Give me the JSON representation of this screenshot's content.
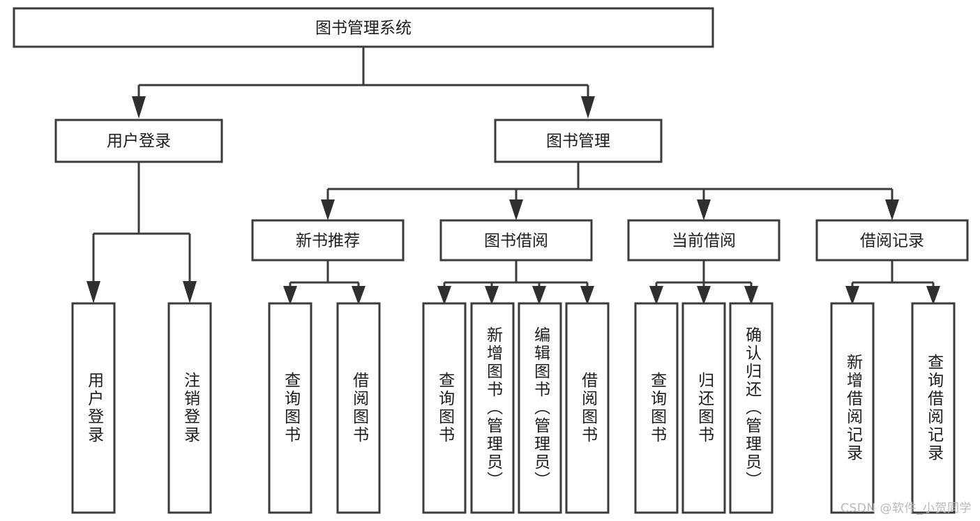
{
  "diagram": {
    "type": "hierarchy-tree",
    "title": "图书管理系统",
    "watermark": "CSDN @软件_小贺同学",
    "colors": {
      "box_stroke": "#3b3b3b",
      "box_fill": "#ffffff",
      "text": "#1c1c1c",
      "connector": "#3b3b3b",
      "watermark": "#b9b9b9",
      "background": "#ffffff"
    },
    "root": {
      "label": "图书管理系统",
      "orientation": "horizontal"
    },
    "level2": [
      {
        "label": "用户登录",
        "orientation": "horizontal"
      },
      {
        "label": "图书管理",
        "orientation": "horizontal"
      }
    ],
    "level3": [
      {
        "label": "新书推荐",
        "orientation": "horizontal",
        "parent": "图书管理"
      },
      {
        "label": "图书借阅",
        "orientation": "horizontal",
        "parent": "图书管理"
      },
      {
        "label": "当前借阅",
        "orientation": "horizontal",
        "parent": "图书管理"
      },
      {
        "label": "借阅记录",
        "orientation": "horizontal",
        "parent": "图书管理"
      }
    ],
    "leaves": [
      {
        "label": "用户登录",
        "orientation": "vertical",
        "parent": "用户登录"
      },
      {
        "label": "注销登录",
        "orientation": "vertical",
        "parent": "用户登录"
      },
      {
        "label": "查询图书",
        "orientation": "vertical",
        "parent": "新书推荐"
      },
      {
        "label": "借阅图书",
        "orientation": "vertical",
        "parent": "新书推荐"
      },
      {
        "label": "查询图书",
        "orientation": "vertical",
        "parent": "图书借阅"
      },
      {
        "label": "新增图书（管理员）",
        "orientation": "vertical",
        "parent": "图书借阅"
      },
      {
        "label": "编辑图书（管理员）",
        "orientation": "vertical",
        "parent": "图书借阅"
      },
      {
        "label": "借阅图书",
        "orientation": "vertical",
        "parent": "图书借阅"
      },
      {
        "label": "查询图书",
        "orientation": "vertical",
        "parent": "当前借阅"
      },
      {
        "label": "归还图书",
        "orientation": "vertical",
        "parent": "当前借阅"
      },
      {
        "label": "确认归还（管理员）",
        "orientation": "vertical",
        "parent": "当前借阅"
      },
      {
        "label": "新增借阅记录",
        "orientation": "vertical",
        "parent": "借阅记录"
      },
      {
        "label": "查询借阅记录",
        "orientation": "vertical",
        "parent": "借阅记录"
      }
    ]
  }
}
